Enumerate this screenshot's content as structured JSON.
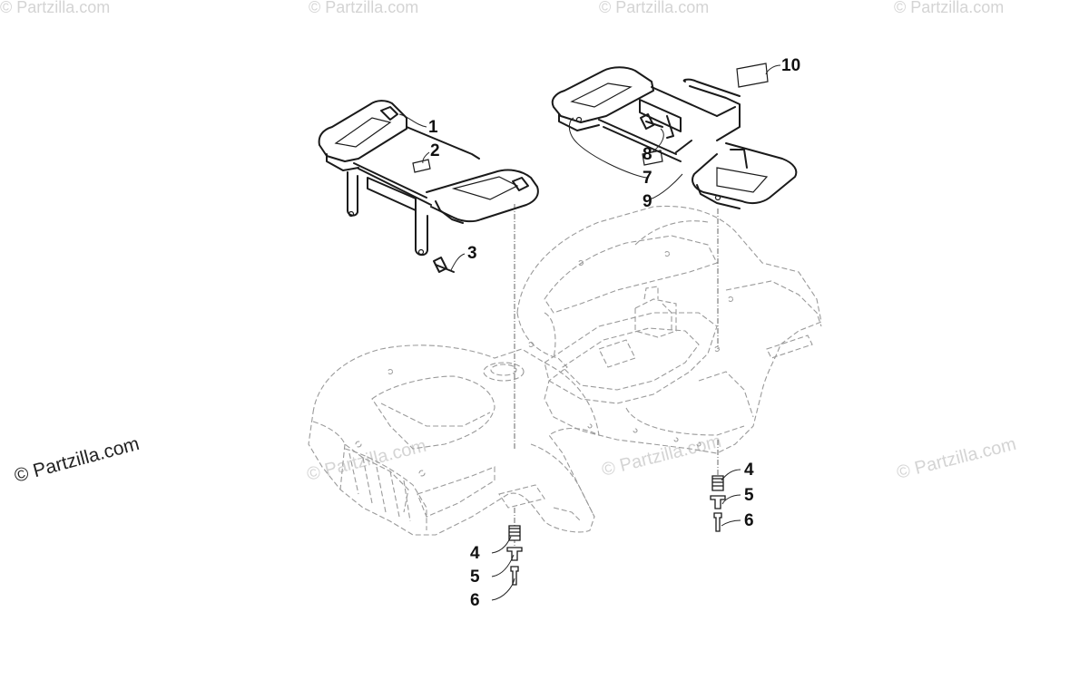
{
  "watermarks": {
    "left": "© Partzilla.com",
    "faint": "© Partzilla.com"
  },
  "callouts": [
    {
      "id": "c1",
      "label": "1"
    },
    {
      "id": "c2",
      "label": "2"
    },
    {
      "id": "c3",
      "label": "3"
    },
    {
      "id": "c4a",
      "label": "4"
    },
    {
      "id": "c5a",
      "label": "5"
    },
    {
      "id": "c6a",
      "label": "6"
    },
    {
      "id": "c4b",
      "label": "4"
    },
    {
      "id": "c5b",
      "label": "5"
    },
    {
      "id": "c6b",
      "label": "6"
    },
    {
      "id": "c7",
      "label": "7"
    },
    {
      "id": "c8",
      "label": "8"
    },
    {
      "id": "c9",
      "label": "9"
    },
    {
      "id": "c10",
      "label": "10"
    }
  ]
}
